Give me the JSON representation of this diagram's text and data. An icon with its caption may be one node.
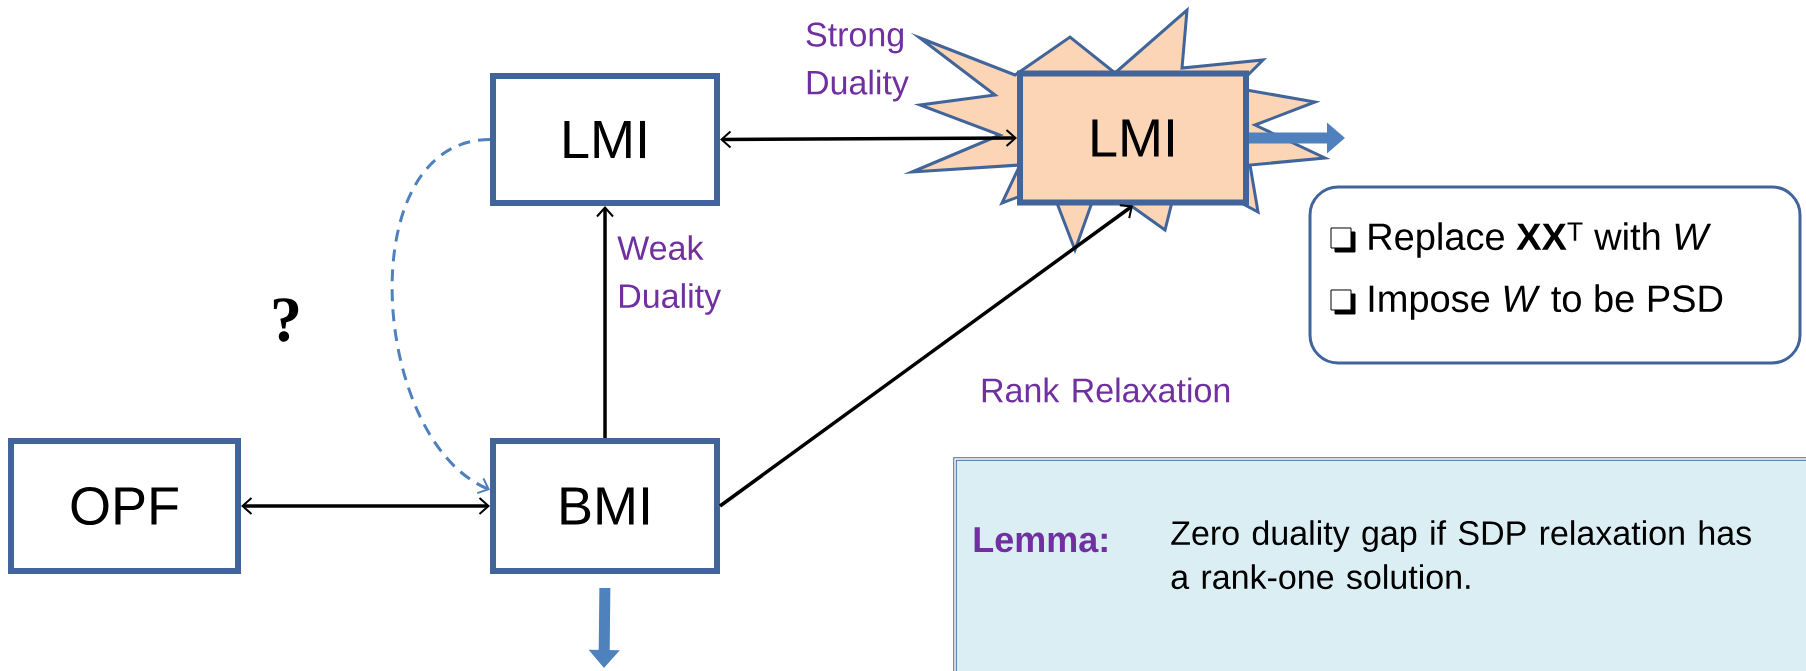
{
  "diagram": {
    "nodes": [
      {
        "text": [
          "LMI"
        ]
      },
      {
        "text": [
          "LMI"
        ]
      },
      {
        "text": [
          "Replace **XX**$^{T}$ with *W*",
          "Impose *W* to be PSD"
        ]
      },
      {
        "text": [
          "OPF"
        ]
      },
      {
        "text": [
          "BMI"
        ]
      },
      {
        "text": [
          "Lemma:",
          "Zero duality gap if SDP relaxation has a rank-one solution."
        ]
      }
    ],
    "edges": [
      {
        "from": 0,
        "to": 1,
        "arrow": "both",
        "label": "Strong Duality"
      },
      {
        "from": 4,
        "to": 0,
        "arrow": "to",
        "label": "Weak Duality"
      },
      {
        "from": 4,
        "to": 1,
        "arrow": "to",
        "label": "Rank Relaxation"
      },
      {
        "from": 0,
        "to": 4,
        "arrow": "to",
        "label": "?",
        "style": "dashed",
        "color": "#4f81bd"
      },
      {
        "from": 3,
        "to": 4,
        "arrow": "both"
      },
      {
        "from": 1,
        "to": null,
        "arrow": "to",
        "style": "thick",
        "color": "#4f81bd"
      },
      {
        "from": 4,
        "to": null,
        "arrow": "to",
        "style": "thick",
        "color": "#4f81bd"
      }
    ]
  }
}
